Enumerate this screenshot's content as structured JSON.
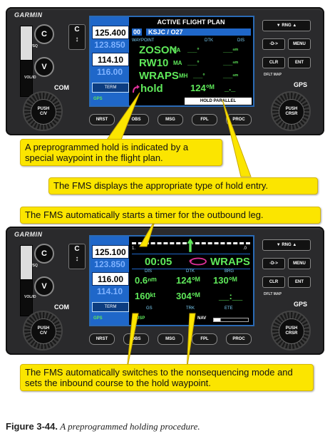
{
  "device": {
    "brand": "GARMIN",
    "left_labels": {
      "com": "COM",
      "push_cv": "PUSH\nC/V",
      "vol_sq": "VOL/SQ",
      "vol_id": "VOL/ID"
    },
    "right_labels": {
      "gps": "GPS",
      "push_crsr": "PUSH\nCRSR",
      "dflt_map": "DFLT MAP"
    },
    "right_buttons": {
      "rng": "RNG",
      "direct": "-D->",
      "menu": "MENU",
      "clr": "CLR",
      "ent": "ENT"
    },
    "bottom_buttons": [
      "NRST",
      "OBS",
      "MSG",
      "FPL",
      "PROC"
    ]
  },
  "screen1": {
    "freq_com_active": "125.400",
    "freq_com_standby": "123.850",
    "freq_nav_active": "114.10",
    "freq_nav_standby": "116.00",
    "term": "TERM",
    "gps": "GPS",
    "header": "ACTIVE FLIGHT PLAN",
    "plan_number": "00",
    "route": "KSJC / O27",
    "col_waypoint": "WAYPOINT",
    "col_dtk": "DTK",
    "col_dis": "DIS",
    "rows": [
      {
        "waypoint": "ZOSON",
        "type": "FA",
        "dtk": "___°",
        "dis": "___ⁿᵐ"
      },
      {
        "waypoint": "RW10",
        "type": "MA",
        "dtk": "___°",
        "dis": "___ⁿᵐ"
      },
      {
        "waypoint": "WRAPS",
        "type": "MH",
        "dtk": "___°",
        "dis": "___ⁿᵐ"
      },
      {
        "waypoint": "hold",
        "type": "",
        "dtk": "124°ᴹ",
        "dis": "_._"
      }
    ],
    "hold_entry": "HOLD PARALLEL"
  },
  "screen2": {
    "freq_com_active": "125.100",
    "freq_com_standby": "123.850",
    "freq_nav_active": "116.00",
    "freq_nav_standby": "114.10",
    "term": "TERM",
    "gps": "GPS",
    "susp": "SUSP",
    "cdi_left": "1.",
    "cdi_right": ".0",
    "timer": "00:05",
    "waypoint": "WRAPS",
    "labels_row1": [
      "DIS",
      "DTK",
      "BRG"
    ],
    "values_row1": [
      "0.6ⁿᵐ",
      "124°ᴹ",
      "130°ᴹ"
    ],
    "labels_row2": [
      "GS",
      "TRK",
      "ETE"
    ],
    "values_row2": [
      "160ᵏᵗ",
      "304°ᴹ",
      "__:__"
    ],
    "nav_label": "NAV"
  },
  "callouts": {
    "c1": "A preprogrammed hold is indicated by a special waypoint in the flight plan.",
    "c2": "The FMS displays the appropriate type of hold entry.",
    "c3": "The FMS automatically starts a timer for the outbound leg.",
    "c4": "The FMS automatically switches to the nonsequencing mode and sets the inbound course to the hold waypoint."
  },
  "caption": {
    "label": "Figure 3-44.",
    "text": "A preprogrammed holding procedure."
  },
  "colors": {
    "callout": "#fbe500",
    "screen_blue": "#1f67c9",
    "screen_green": "#5fe85a",
    "hold_arrow": "#e0309a"
  }
}
